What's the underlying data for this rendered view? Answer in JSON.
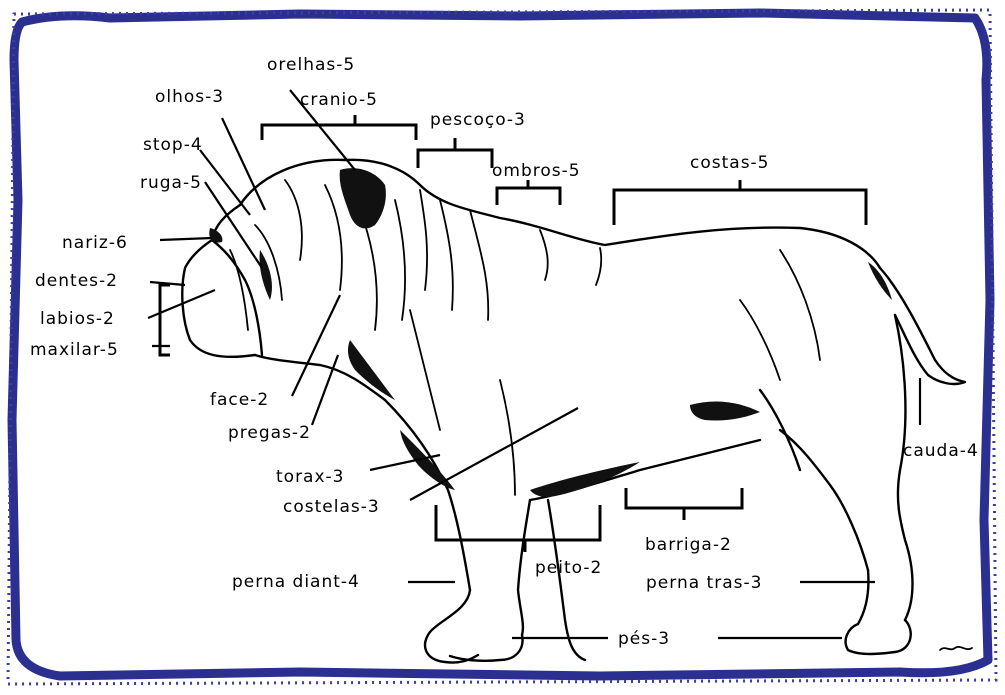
{
  "labels": {
    "orelhas": "orelhas-5",
    "olhos": "olhos-3",
    "cranio": "cranio-5",
    "pescoco": "pescoço-3",
    "stop": "stop-4",
    "ruga": "ruga-5",
    "ombros": "ombros-5",
    "costas": "costas-5",
    "nariz": "nariz-6",
    "dentes": "dentes-2",
    "labios": "labios-2",
    "maxilar": "maxilar-5",
    "face": "face-2",
    "pregas": "pregas-2",
    "torax": "torax-3",
    "costelas": "costelas-3",
    "cauda": "cauda-4",
    "barriga": "barriga-2",
    "peito": "peito-2",
    "perna_diant": "perna diant-4",
    "perna_tras": "perna tras-3",
    "pes": "pés-3"
  },
  "colors": {
    "frame": "#2b2f8f",
    "ink": "#000000",
    "background": "#ffffff"
  }
}
